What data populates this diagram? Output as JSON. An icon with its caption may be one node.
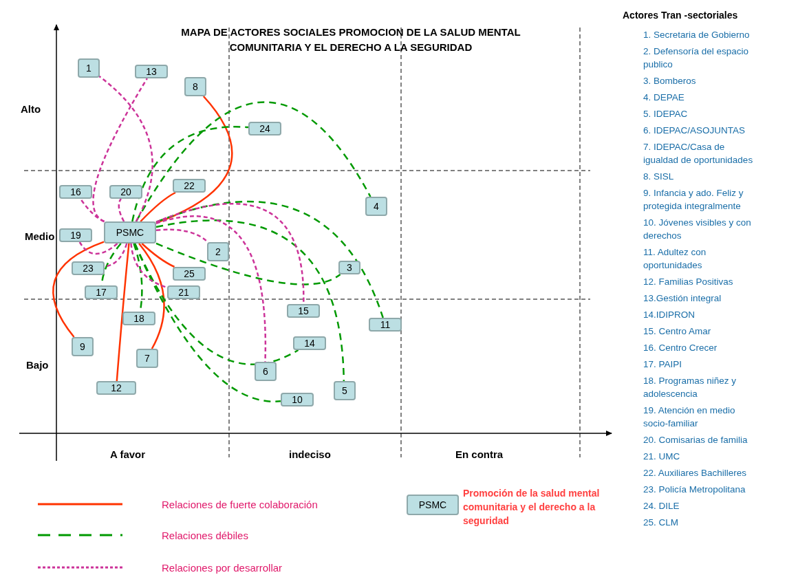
{
  "diagram": {
    "title": "MAPA DE ACTORES SOCIALES PROMOCION DE LA SALUD MENTAL COMUNITARIA Y EL DERECHO A LA SEGURIDAD",
    "nodes": [
      {
        "text": [
          "PSMC"
        ]
      },
      {
        "text": [
          "1"
        ]
      },
      {
        "text": [
          "2"
        ]
      },
      {
        "text": [
          "3"
        ]
      },
      {
        "text": [
          "4"
        ]
      },
      {
        "text": [
          "5"
        ]
      },
      {
        "text": [
          "6"
        ]
      },
      {
        "text": [
          "7"
        ]
      },
      {
        "text": [
          "8"
        ]
      },
      {
        "text": [
          "9"
        ]
      },
      {
        "text": [
          "10"
        ]
      },
      {
        "text": [
          "11"
        ]
      },
      {
        "text": [
          "12"
        ]
      },
      {
        "text": [
          "13"
        ]
      },
      {
        "text": [
          "14"
        ]
      },
      {
        "text": [
          "15"
        ]
      },
      {
        "text": [
          "16"
        ]
      },
      {
        "text": [
          "17"
        ]
      },
      {
        "text": [
          "18"
        ]
      },
      {
        "text": [
          "19"
        ]
      },
      {
        "text": [
          "20"
        ]
      },
      {
        "text": [
          "21"
        ]
      },
      {
        "text": [
          "22"
        ]
      },
      {
        "text": [
          "23"
        ]
      },
      {
        "text": [
          "24"
        ]
      },
      {
        "text": [
          "25"
        ]
      },
      {
        "text": [
          "PSMC"
        ],
        "beside": [
          "Promoción de la salud mental comunitaria y el derecho a la seguridad"
        ]
      }
    ],
    "edges": [
      {
        "from": 0,
        "to": 8,
        "arrow": "none",
        "color": "#ff3300"
      },
      {
        "from": 0,
        "to": 22,
        "arrow": "none",
        "color": "#ff3300"
      },
      {
        "from": 0,
        "to": 9,
        "arrow": "none",
        "color": "#ff3300"
      },
      {
        "from": 0,
        "to": 12,
        "arrow": "none",
        "color": "#ff3300"
      },
      {
        "from": 0,
        "to": 7,
        "arrow": "none",
        "color": "#ff3300"
      },
      {
        "from": 0,
        "to": 25,
        "arrow": "none",
        "color": "#ff3300"
      },
      {
        "from": 0,
        "to": 24,
        "arrow": "none",
        "style": "dashed",
        "color": "#009900"
      },
      {
        "from": 0,
        "to": 4,
        "arrow": "none",
        "style": "dashed",
        "color": "#009900"
      },
      {
        "from": 0,
        "to": 11,
        "arrow": "none",
        "style": "dashed",
        "color": "#009900"
      },
      {
        "from": 0,
        "to": 5,
        "arrow": "none",
        "style": "dashed",
        "color": "#009900"
      },
      {
        "from": 0,
        "to": 3,
        "arrow": "none",
        "style": "dashed",
        "color": "#009900"
      },
      {
        "from": 0,
        "to": 14,
        "arrow": "none",
        "style": "dashed",
        "color": "#009900"
      },
      {
        "from": 0,
        "to": 10,
        "arrow": "none",
        "style": "dashed",
        "color": "#009900"
      },
      {
        "from": 0,
        "to": 17,
        "arrow": "none",
        "style": "dashed",
        "color": "#009900"
      },
      {
        "from": 0,
        "to": 18,
        "arrow": "none",
        "style": "dashed",
        "color": "#009900"
      },
      {
        "from": 0,
        "to": 1,
        "arrow": "none",
        "style": "dashed",
        "color": "#cc3399"
      },
      {
        "from": 0,
        "to": 13,
        "arrow": "none",
        "style": "dashed",
        "color": "#cc3399"
      },
      {
        "from": 0,
        "to": 16,
        "arrow": "none",
        "style": "dashed",
        "color": "#cc3399"
      },
      {
        "from": 0,
        "to": 20,
        "arrow": "none",
        "style": "dashed",
        "color": "#cc3399"
      },
      {
        "from": 0,
        "to": 19,
        "arrow": "none",
        "style": "dashed",
        "color": "#cc3399"
      },
      {
        "from": 0,
        "to": 23,
        "arrow": "none",
        "style": "dashed",
        "color": "#cc3399"
      },
      {
        "from": 0,
        "to": 21,
        "arrow": "none",
        "style": "dashed",
        "color": "#cc3399"
      },
      {
        "from": 0,
        "to": 2,
        "arrow": "none",
        "style": "dashed",
        "color": "#cc3399"
      },
      {
        "from": 0,
        "to": 15,
        "arrow": "none",
        "style": "dashed",
        "color": "#cc3399"
      },
      {
        "from": 0,
        "to": 6,
        "arrow": "none",
        "style": "dashed",
        "color": "#cc3399"
      }
    ],
    "labels": [
      "Alto",
      "Medio",
      "Bajo",
      "A favor",
      "indeciso",
      "En contra",
      "Actores Tran -sectoriales",
      "1. Secretaria de Gobierno",
      "2. Defensoría del espacio publico",
      "3. Bomberos",
      "4. DEPAE",
      "5. IDEPAC",
      "6. IDEPAC/ASOJUNTAS",
      "7. IDEPAC/Casa de igualdad de oportunidades",
      "8. SISL",
      "9. Infancia y ado. Feliz y protegida integralmente",
      "10. Jóvenes visibles y con derechos",
      "11. Adultez con oportunidades",
      "12. Familias Positivas",
      "13.Gestión integral",
      "14.IDIPRON",
      "15. Centro Amar",
      "16. Centro Crecer",
      "17. PAIPI",
      "18. Programas niñez y adolescencia",
      "19. Atención en medio socio-familiar",
      "20. Comisarias de familia",
      "21. UMC",
      "22. Auxiliares Bachilleres",
      "23. Policía Metropolitana",
      "24. DILE",
      "25. CLM"
    ],
    "legend": [
      {
        "text": "Relaciones de fuerte colaboración"
      },
      {
        "text": "Relaciones débiles"
      },
      {
        "text": "Relaciones por desarrollar"
      }
    ]
  }
}
